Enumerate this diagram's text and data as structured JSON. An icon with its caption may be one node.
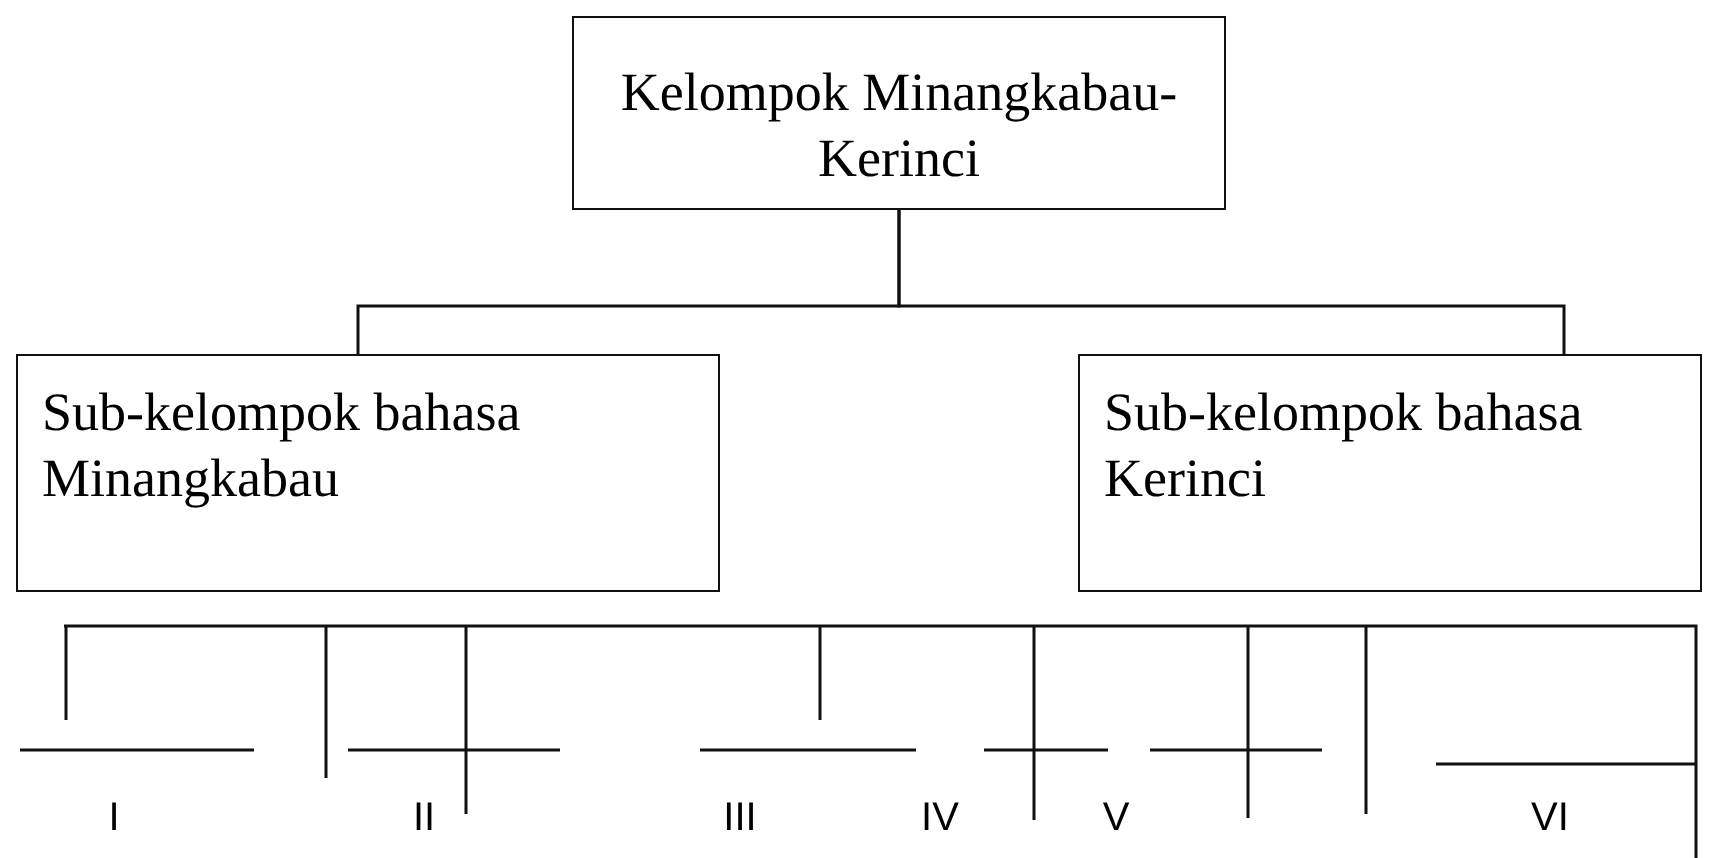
{
  "diagram": {
    "nodes": [
      {
        "text": [
          "Kelompok Minangkabau-Kerinci"
        ]
      },
      {
        "text": [
          "Sub-kelompok bahasa Minangkabau"
        ]
      },
      {
        "text": [
          "Sub-kelompok bahasa Kerinci"
        ]
      }
    ],
    "edges": [
      {
        "from": 0,
        "to": 1,
        "arrow": "none"
      },
      {
        "from": 0,
        "to": 2,
        "arrow": "none"
      }
    ],
    "labels": [
      "I",
      "II",
      "III",
      "IV",
      "V",
      "VI"
    ]
  }
}
